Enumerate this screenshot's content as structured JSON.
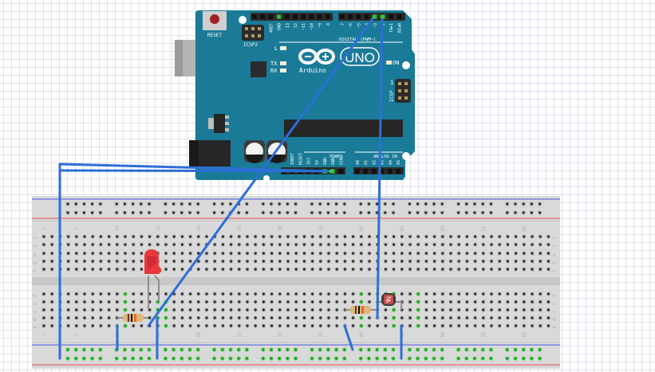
{
  "app": "Fritzing breadboard view",
  "arduino": {
    "reset_label": "RESET",
    "icsp2_label": "ICSP2",
    "icsp_label": "ICSP",
    "icsp_pin1": "1",
    "led_l": "L",
    "led_tx": "TX",
    "led_rx": "RX",
    "led_on": "ON",
    "brand": "Arduino",
    "model": "UNO",
    "digital_label": "DIGITAL (PWM~)",
    "power_label": "POWER",
    "analog_label": "ANALOG IN",
    "header_top_left": [
      "",
      "",
      "AREF",
      "GND",
      "13",
      "12",
      "~11",
      "~10",
      "~9",
      "8"
    ],
    "header_top_right": [
      "7",
      "~6",
      "~5",
      "4",
      "~3",
      "2",
      "TX►1",
      "RX◄0"
    ],
    "header_power": [
      "",
      "IOREF",
      "RESET",
      "3V3",
      "5V",
      "GND",
      "GND",
      "VIN"
    ],
    "header_analog": [
      "A0",
      "A1",
      "A2",
      "A3",
      "A4",
      "A5"
    ],
    "colors": {
      "board": "#1a7b98",
      "header": "#2b2b2b",
      "connected_pin": "#2fa84f"
    }
  },
  "breadboard": {
    "columns": 63,
    "row_labels_top": [
      "J",
      "I",
      "H",
      "G",
      "F"
    ],
    "row_labels_bottom": [
      "E",
      "D",
      "C",
      "B",
      "A"
    ],
    "column_labels": [
      "1",
      "5",
      "10",
      "15",
      "20",
      "25",
      "30",
      "35",
      "40",
      "45",
      "50",
      "55",
      "60"
    ],
    "colors": {
      "board": "#d9d9d9",
      "rail_blue": "#4a5ae8",
      "rail_red": "#e84a4a",
      "hole": "#2b2b2b",
      "hole_connected": "#3cc43c"
    }
  },
  "components": [
    {
      "type": "LED",
      "color": "red",
      "anode_column": 15,
      "cathode_column": 16
    },
    {
      "type": "resistor",
      "bands": [
        "brown",
        "black",
        "orange"
      ],
      "row": "B",
      "from_column": 11,
      "to_column": 15
    },
    {
      "type": "resistor",
      "bands": [
        "brown",
        "black",
        "orange"
      ],
      "row": "C",
      "from_column": 40,
      "to_column": 44
    },
    {
      "type": "photocell",
      "row": "D",
      "from_column": 44,
      "to_column": 47
    }
  ],
  "wires": [
    {
      "from": "Arduino GND (power header)",
      "to": "bottom rail (col 3)",
      "color": "#2c6fd6"
    },
    {
      "from": "Arduino pin ~3",
      "to": "breadboard A16",
      "color": "#2c6fd6"
    },
    {
      "from": "Arduino pin 2",
      "to": "breadboard B44",
      "color": "#2c6fd6"
    },
    {
      "from": "breadboard A11",
      "to": "bottom rail",
      "color": "#2c6fd6"
    },
    {
      "from": "breadboard B16",
      "to": "bottom rail",
      "color": "#2c6fd6"
    },
    {
      "from": "breadboard A40",
      "to": "bottom rail",
      "color": "#2c6fd6"
    },
    {
      "from": "breadboard A47",
      "to": "bottom rail",
      "color": "#2c6fd6"
    }
  ]
}
